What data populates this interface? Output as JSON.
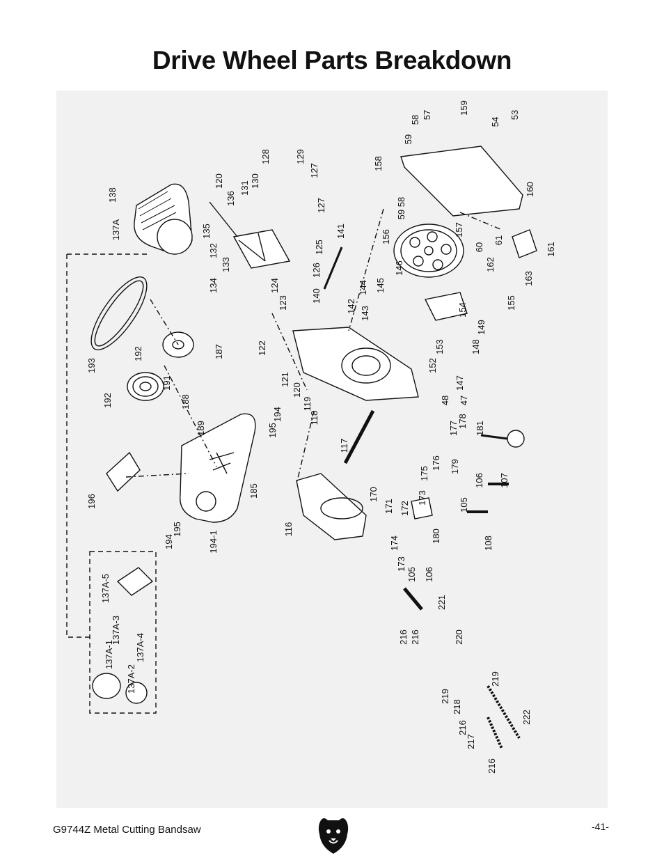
{
  "page": {
    "title": "Drive Wheel Parts Breakdown",
    "footer_left": "G9744Z Metal Cutting Bandsaw",
    "footer_right": "-41-"
  },
  "diagram": {
    "part_labels": [
      "159",
      "57",
      "54",
      "53",
      "58",
      "59",
      "158",
      "160",
      "128",
      "129",
      "127",
      "120",
      "136",
      "131",
      "130",
      "138",
      "137A",
      "127",
      "58",
      "59",
      "135",
      "132",
      "133",
      "134",
      "125",
      "126",
      "141",
      "140",
      "124",
      "123",
      "156",
      "157",
      "60",
      "61",
      "162",
      "161",
      "163",
      "146",
      "145",
      "144",
      "142",
      "143",
      "154",
      "155",
      "149",
      "148",
      "122",
      "153",
      "152",
      "147",
      "121",
      "120",
      "119",
      "118",
      "48",
      "47",
      "193",
      "192",
      "187",
      "191",
      "192",
      "188",
      "189",
      "194",
      "195",
      "117",
      "177",
      "178",
      "181",
      "196",
      "176",
      "175",
      "179",
      "106",
      "107",
      "185",
      "170",
      "171",
      "172",
      "173",
      "105",
      "116",
      "195",
      "194",
      "194-1",
      "174",
      "173",
      "180",
      "108",
      "105",
      "106",
      "137A-5",
      "137A-3",
      "137A-1",
      "137A-4",
      "137A-2",
      "221",
      "216",
      "216",
      "220",
      "219",
      "219",
      "218",
      "222",
      "216",
      "217",
      "216"
    ]
  }
}
